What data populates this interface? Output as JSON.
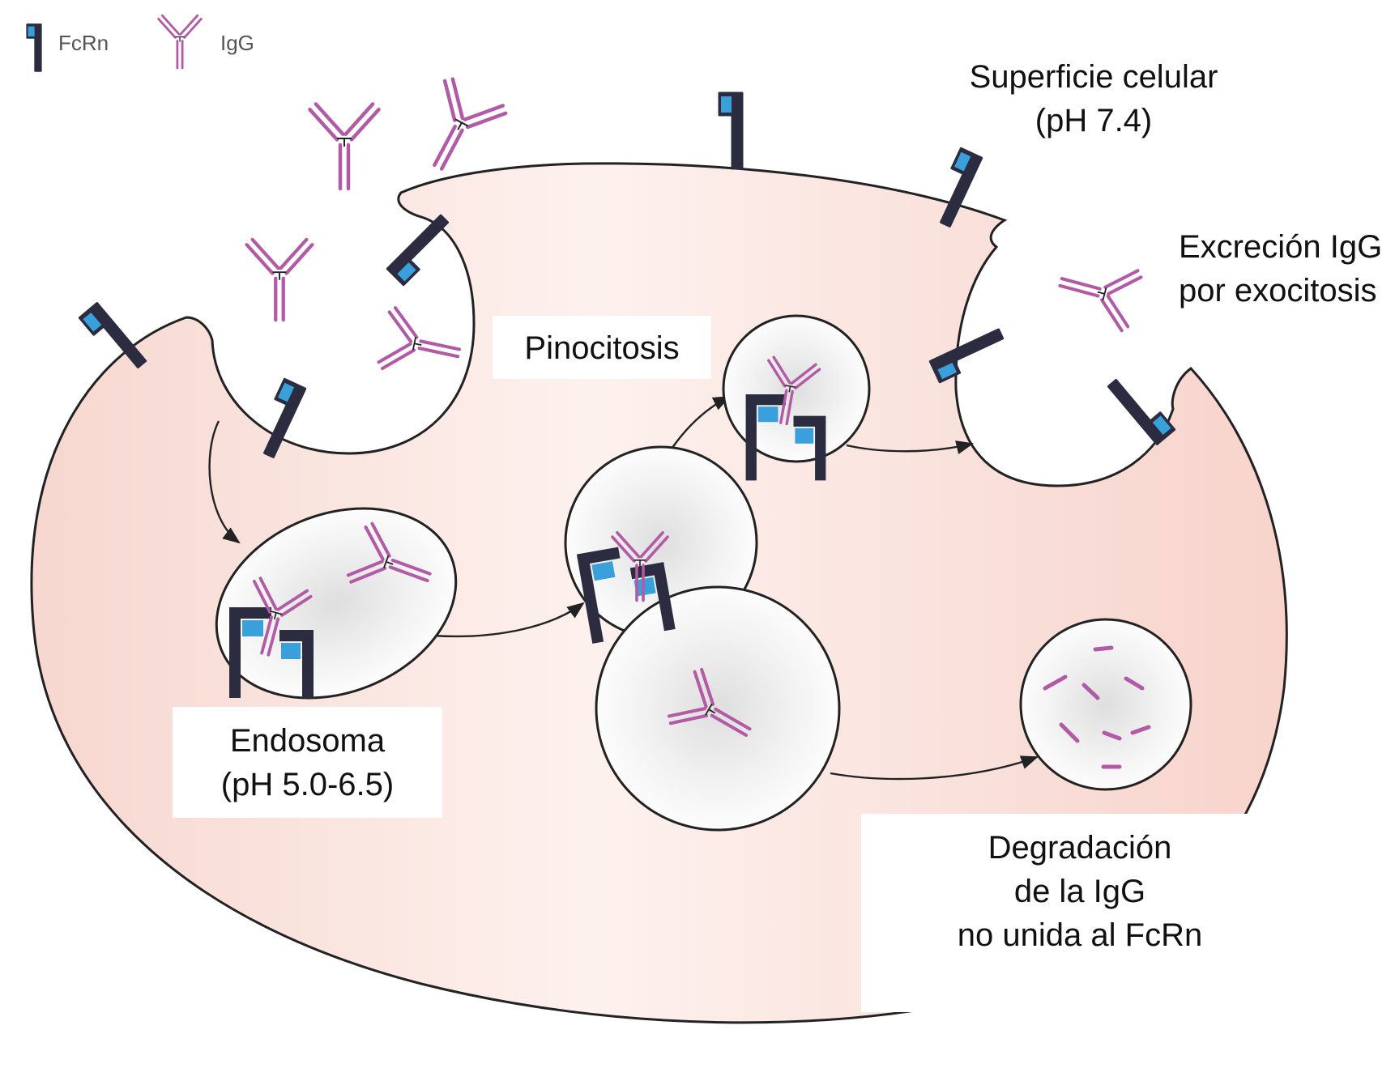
{
  "legend": {
    "fcrn": "FcRn",
    "igg": "IgG"
  },
  "labels": {
    "surface": [
      "Superficie celular",
      "(pH 7.4)"
    ],
    "excretion": [
      "Excreción IgG",
      "por exocitosis"
    ],
    "pinocytosis": "Pinocitosis",
    "endosome": [
      "Endosoma",
      "(pH 5.0-6.5)"
    ],
    "degradation": [
      "Degradación",
      "de la IgG",
      "no unida al FcRn"
    ]
  },
  "colors": {
    "cell_fill": "#f7dcd5",
    "membrane": "#222222",
    "fcrn_dark": "#2c2c40",
    "fcrn_blue": "#3aa0dc",
    "igg": "#b25aa6",
    "vesicle": "#ececec"
  }
}
